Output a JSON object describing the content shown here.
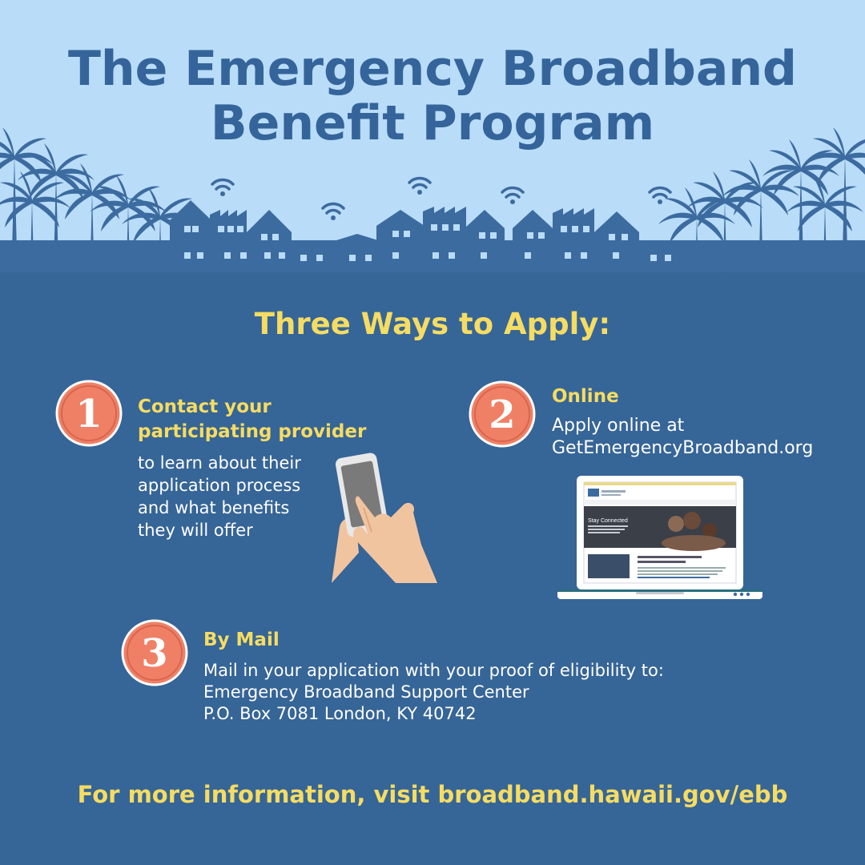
{
  "header": {
    "title_line1": "The Emergency Broadband",
    "title_line2": "Benefit Program"
  },
  "section": {
    "heading": "Three Ways to Apply:"
  },
  "steps": [
    {
      "number": "1",
      "title_line1": "Contact your",
      "title_line2": "participating provider",
      "text_lines": [
        "to learn about their",
        "application process",
        "and what benefits",
        "they will offer"
      ]
    },
    {
      "number": "2",
      "title": "Online",
      "text_lines": [
        "Apply online at",
        "GetEmergencyBroadband.org"
      ]
    },
    {
      "number": "3",
      "title": "By Mail",
      "text_lines": [
        "Mail in your application with your proof of eligibility to:",
        "Emergency Broadband Support Center",
        "P.O. Box 7081 London, KY 40742"
      ]
    }
  ],
  "laptop_screen": {
    "hero_text": "Stay Connected"
  },
  "footer": {
    "text": "For more information, visit broadband.hawaii.gov/ebb"
  },
  "colors": {
    "sky": "#b9dcf8",
    "navy": "#366597",
    "silhouette": "#3c6ba0",
    "yellow": "#f6dc62",
    "badge": "#ef8066"
  },
  "icons": [
    "palm-tree-icon",
    "house-icon",
    "wifi-icon",
    "phone-hand-icon",
    "laptop-icon"
  ]
}
